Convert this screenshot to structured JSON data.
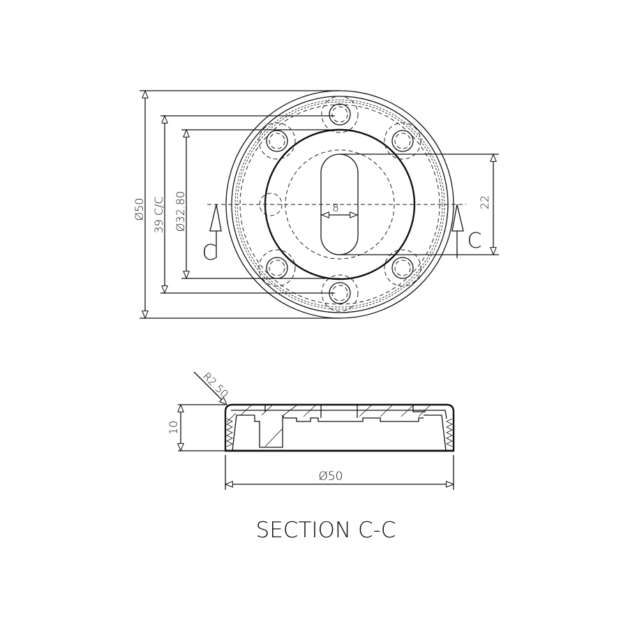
{
  "top_view": {
    "dim_outer_dia": "Ø50",
    "dim_hole_cc": "39 C/C",
    "dim_inner_dia": "Ø32.80",
    "dim_slot_width": "8",
    "dim_slot_length": "22",
    "section_mark_left": "C",
    "section_mark_right": "C"
  },
  "section_view": {
    "dim_radius": "R2.50",
    "dim_height": "10",
    "dim_dia": "Ø50",
    "title": "SECTION C-C"
  }
}
